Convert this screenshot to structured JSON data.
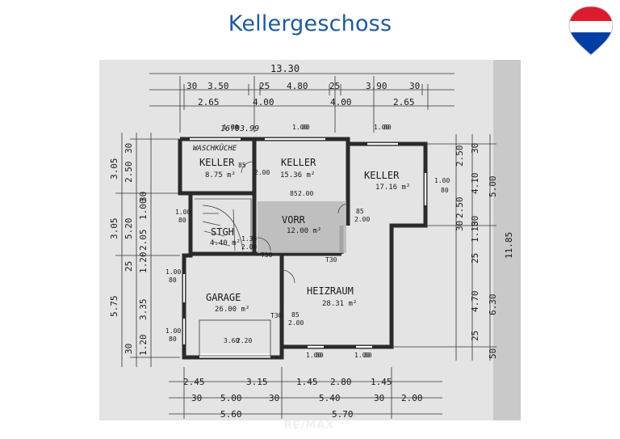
{
  "header": {
    "title": "Kellergeschoss"
  },
  "brand": {
    "watermark": "RE/MAX",
    "colors": {
      "red": "#dc1c2e",
      "blue": "#003da5",
      "white": "#ffffff"
    }
  },
  "plan": {
    "rooms": [
      {
        "id": "waschkueche",
        "name": "WASCHKÜCHE",
        "area": ""
      },
      {
        "id": "keller1",
        "name": "KELLER",
        "area": "8.75 m²"
      },
      {
        "id": "keller2",
        "name": "KELLER",
        "area": "15.36 m²"
      },
      {
        "id": "keller3",
        "name": "KELLER",
        "area": "17.16 m²"
      },
      {
        "id": "vorr",
        "name": "VORR",
        "area": "12.00 m²"
      },
      {
        "id": "stgh",
        "name": "STGH",
        "area": "4.40 m²"
      },
      {
        "id": "garage",
        "name": "GARAGE",
        "area": "26.00 m²"
      },
      {
        "id": "heizraum",
        "name": "HEIZRAUM",
        "area": "28.31 m²"
      }
    ],
    "date_note": "16.03.99",
    "top_dims": {
      "overall": "13.30",
      "row1": [
        "30",
        "3.50",
        "25",
        "4.80",
        "25",
        "3.90",
        "30"
      ],
      "row2": [
        "2.65",
        "4.00",
        "4.00",
        "2.65"
      ]
    },
    "bottom_dims": {
      "row1": [
        "2.45",
        "3.15",
        "1.45",
        "2.80",
        "1.45"
      ],
      "row2": [
        "30",
        "5.00",
        "30",
        "5.40",
        "30",
        "2.00"
      ],
      "row3": [
        "5.60",
        "5.70"
      ]
    },
    "left_dims": {
      "outer": [
        "3.05",
        "3.05",
        "5.75"
      ],
      "mid": [
        "30",
        "2.50",
        "25",
        "5.20",
        "30"
      ],
      "inner": [
        "30",
        "1.00",
        "2.05",
        "1.20",
        "3.35",
        "1.20"
      ]
    },
    "right_dims": {
      "overall": "11.85",
      "mid": [
        "2.50",
        "2.50",
        "30",
        "1.10",
        "25",
        "4.70",
        "25",
        "50"
      ],
      "outer": [
        "5.00",
        "4.10",
        "30",
        "30",
        "6.30"
      ]
    },
    "openings": {
      "o1": "1.00",
      "o1b": "80",
      "o2": "1.00",
      "o2b": "80",
      "o3": "1.00",
      "o3b": "80",
      "o4": "1.00",
      "o4b": "80",
      "o5": "1.00",
      "o5b": "80",
      "o6": "1.00",
      "o6b": "80",
      "o7": "1.00",
      "o7b": "80",
      "o8": "1.00",
      "o8b": "80",
      "o9": "1.00",
      "o9b": "80"
    },
    "doors": {
      "d1": "85",
      "d1b": "2.00",
      "d2": "85",
      "d2b": "2.00",
      "d3": "85",
      "d3b": "2.00",
      "d4": "1.30",
      "d4b": "2.00",
      "d5": "85",
      "d5b": "2.00",
      "d6": "T30",
      "d7": "T30",
      "d8": "T30",
      "d9": "85",
      "d9b": "2.00",
      "d10": "3.60",
      "d10b": "2.20"
    }
  }
}
